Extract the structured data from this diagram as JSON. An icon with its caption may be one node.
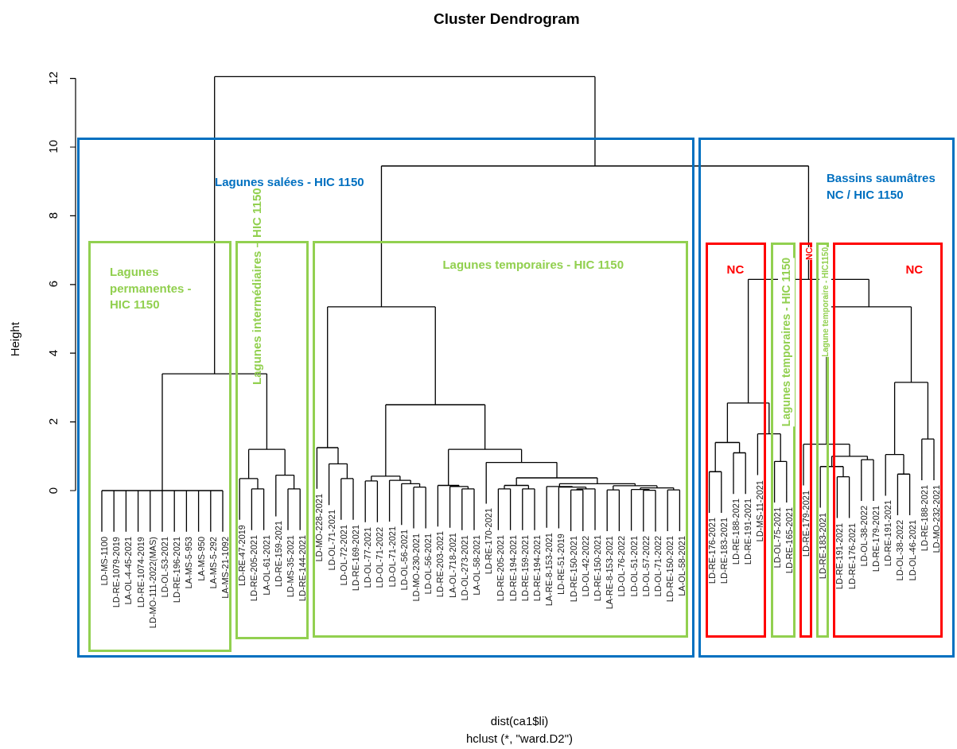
{
  "diagram": {
    "title": "Cluster Dendrogram",
    "nodes": [
      {
        "text": [
          "Lagunes salées - HIC 1150"
        ]
      },
      {
        "text": [
          "Lagunes permanentes - HIC 1150",
          "LD-MS-1100",
          "LD-RE-1079-2019",
          "LA-OL-4-45-2021",
          "LD-RE-1074-2019",
          "LD-MO-111-2022(MAS)",
          "LD-OL-53-2021",
          "LD-RE-196-2021",
          "LA-MS-5-953",
          "LA-MS-950",
          "LA-MS-5-292",
          "LA-MS-21-1092"
        ],
        "in": 0
      },
      {
        "text": [
          "Lagunes intermédiaires – HIC 1150",
          "LD-RE-47-2019",
          "LD-RE-205-2021",
          "LA-OL-61-2021",
          "LD-RE-159-2021",
          "LD-MS-35-2021",
          "LD-RE-144-2021"
        ],
        "in": 0
      },
      {
        "text": [
          "Lagunes temporaires - HIC 1150",
          "LD-MO-228-2021",
          "LD-OL-71-2021",
          "LD-OL-72-2021",
          "LD-RE-169-2021",
          "LD-OL-77-2021",
          "LD-OL-71-2022",
          "LD-OL-71-2021",
          "LD-OL-56-2021",
          "LD-MO-230-2021",
          "LD-OL-56-2021",
          "LD-RE-203-2021",
          "LA-OL-718-2021",
          "LD-OL-273-2021",
          "LA-OL-58-2021",
          "LD-RE-170-2021",
          "LD-RE-205-2021",
          "LD-RE-194-2021",
          "LD-RE-159-2021",
          "LD-RE-194-2021",
          "LA-RE-8-153-2021",
          "LD-RE-51-2019",
          "LD-RE-150-2021",
          "LD-OL-42-2022",
          "LD-RE-150-2021",
          "LA-RE-8-153-2021",
          "LD-OL-76-2022",
          "LD-OL-51-2021",
          "LD-OL-57-2022",
          "LD-OL-71-2022",
          "LD-RE-150-2021",
          "LA-OL-58-2021"
        ],
        "in": 0
      },
      {
        "text": [
          "Bassins saumâtres NC / HIC 1150"
        ]
      },
      {
        "text": [
          "NC",
          "LD-RE-176-2021",
          "LD-RE-183-2021",
          "LD-RE-188-2021",
          "LD-RE-191-2021",
          "LD-MS-11-2021"
        ],
        "in": 4
      },
      {
        "text": [
          "Lagunes temporaires - HIC 1150",
          "LD-OL-75-2021",
          "LD-RE-165-2021"
        ],
        "in": 4
      },
      {
        "text": [
          "NC",
          "LD-RE-179-2021"
        ],
        "in": 4
      },
      {
        "text": [
          "Lagune temporaire - HIC1150",
          "LD-RE-183-2021"
        ],
        "in": 4
      },
      {
        "text": [
          "NC",
          "LD-RE-191-2021",
          "LD-RE-176-2021",
          "LD-OL-38-2022",
          "LD-RE-179-2021",
          "LD-RE-191-2021",
          "LD-OL-38-2022",
          "LD-OL-46-2021",
          "LD-RE-188-2021",
          "LD-MO-232-2021"
        ],
        "in": 4
      }
    ],
    "labels": [
      "12",
      "10",
      "8",
      "6",
      "4",
      "2",
      "0",
      "Height",
      "dist(ca1$li)",
      "hclust (*, \"ward.D2\")"
    ]
  }
}
